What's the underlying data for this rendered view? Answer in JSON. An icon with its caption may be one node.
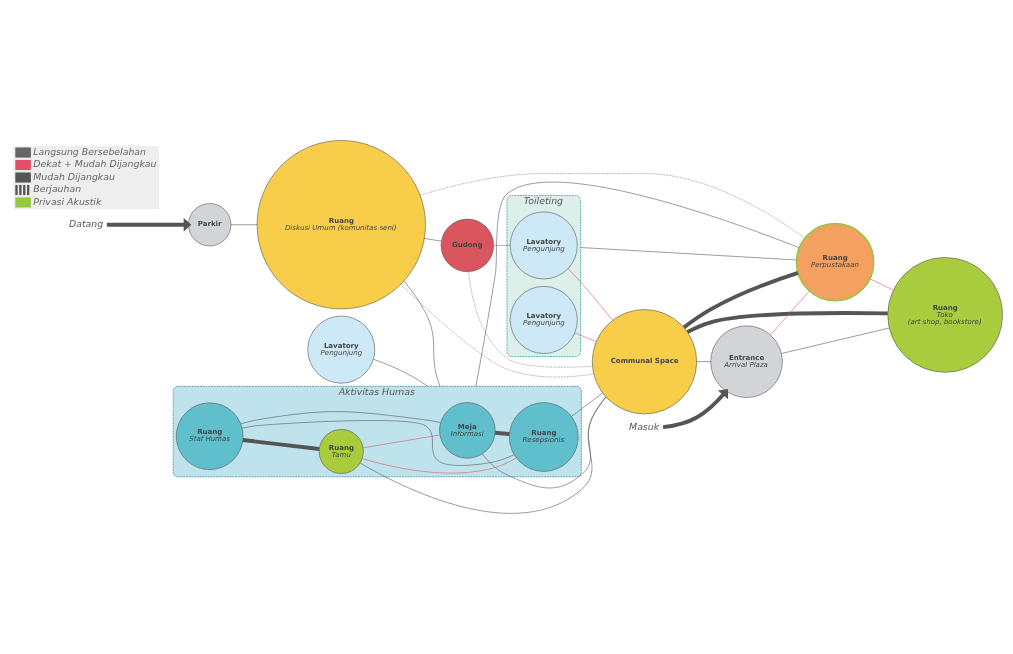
{
  "diagram": {
    "nodes": [
      {
        "text": [
          "Datang"
        ]
      },
      {
        "text": [
          "Parkir"
        ]
      },
      {
        "text": [
          "Ruang",
          "Diskusi Umum (komunitas seni)"
        ]
      },
      {
        "text": [
          "Gudong"
        ]
      },
      {
        "text": [
          "Toileting"
        ]
      },
      {
        "text": [
          "Lavatory",
          "Pengunjung"
        ],
        "in": 4
      },
      {
        "text": [
          "Lavatory",
          "Pengunjung"
        ],
        "in": 4
      },
      {
        "text": [
          "Aktivitas Humas"
        ]
      },
      {
        "text": [
          "Meja",
          "Informasi"
        ],
        "in": 7
      },
      {
        "text": [
          "Ruang",
          "Staf Humas"
        ],
        "in": 7
      },
      {
        "text": [
          "Ruang",
          "Tamu"
        ],
        "in": 7
      },
      {
        "text": [
          "Ruang",
          "Resepsionis"
        ],
        "in": 7
      },
      {
        "text": [
          "Communal Space"
        ]
      },
      {
        "text": [
          "Ruang",
          "Perpustakaan"
        ]
      },
      {
        "text": [
          "Lavatory",
          "Pengunjung"
        ]
      },
      {
        "text": [
          "Masuk"
        ]
      },
      {
        "text": [
          "Entrance",
          "Arrival Plaza"
        ]
      },
      {
        "text": [
          "Ruang",
          "Toko",
          "(art shop, bookstore)"
        ]
      }
    ],
    "edges": [
      {
        "from": 0,
        "to": 1,
        "arrow": "to",
        "style": "thick"
      },
      {
        "from": 1,
        "to": 2,
        "arrow": "none"
      },
      {
        "from": 2,
        "to": 3,
        "arrow": "none"
      },
      {
        "from": 2,
        "to": 13,
        "arrow": "none",
        "style": "dashed"
      },
      {
        "from": 2,
        "to": 12,
        "arrow": "none",
        "style": "dashed"
      },
      {
        "from": 2,
        "to": 7,
        "arrow": "none"
      },
      {
        "from": 3,
        "to": 5,
        "arrow": "none",
        "color": "#e0506a"
      },
      {
        "from": 3,
        "to": 12,
        "arrow": "none",
        "style": "dashed"
      },
      {
        "from": 5,
        "to": 12,
        "arrow": "none",
        "color": "#e0506a"
      },
      {
        "from": 6,
        "to": 12,
        "arrow": "none",
        "color": "#e0506a"
      },
      {
        "from": 4,
        "to": 13,
        "arrow": "none"
      },
      {
        "from": 9,
        "to": 8,
        "arrow": "none"
      },
      {
        "from": 9,
        "to": 10,
        "arrow": "none",
        "style": "thick"
      },
      {
        "from": 9,
        "to": 11,
        "arrow": "none"
      },
      {
        "from": 10,
        "to": 8,
        "arrow": "none",
        "color": "#e0506a"
      },
      {
        "from": 10,
        "to": 11,
        "arrow": "none",
        "color": "#e0506a"
      },
      {
        "from": 8,
        "to": 11,
        "arrow": "none",
        "style": "thick"
      },
      {
        "from": 8,
        "to": 12,
        "arrow": "none"
      },
      {
        "from": 10,
        "to": 12,
        "arrow": "none"
      },
      {
        "from": 11,
        "to": 12,
        "arrow": "none"
      },
      {
        "from": 14,
        "to": 7,
        "arrow": "none"
      },
      {
        "from": 12,
        "to": 13,
        "arrow": "none",
        "style": "thick"
      },
      {
        "from": 12,
        "to": 17,
        "arrow": "none",
        "style": "thick"
      },
      {
        "from": 12,
        "to": 16,
        "arrow": "none"
      },
      {
        "from": 7,
        "to": 13,
        "arrow": "none"
      },
      {
        "from": 16,
        "to": 13,
        "arrow": "none",
        "color": "#e0506a"
      },
      {
        "from": 16,
        "to": 17,
        "arrow": "none"
      },
      {
        "from": 13,
        "to": 17,
        "arrow": "none",
        "color": "#e0506a"
      },
      {
        "from": 15,
        "to": 16,
        "arrow": "to",
        "style": "thick"
      }
    ],
    "legend": [
      {
        "text": "Langsung Bersebelahan"
      },
      {
        "text": "Dekat + Mudah Dijangkau"
      },
      {
        "text": "Mudah Dijangkau"
      },
      {
        "text": "Berjauhan"
      },
      {
        "text": "Privasi Akustik"
      }
    ]
  }
}
